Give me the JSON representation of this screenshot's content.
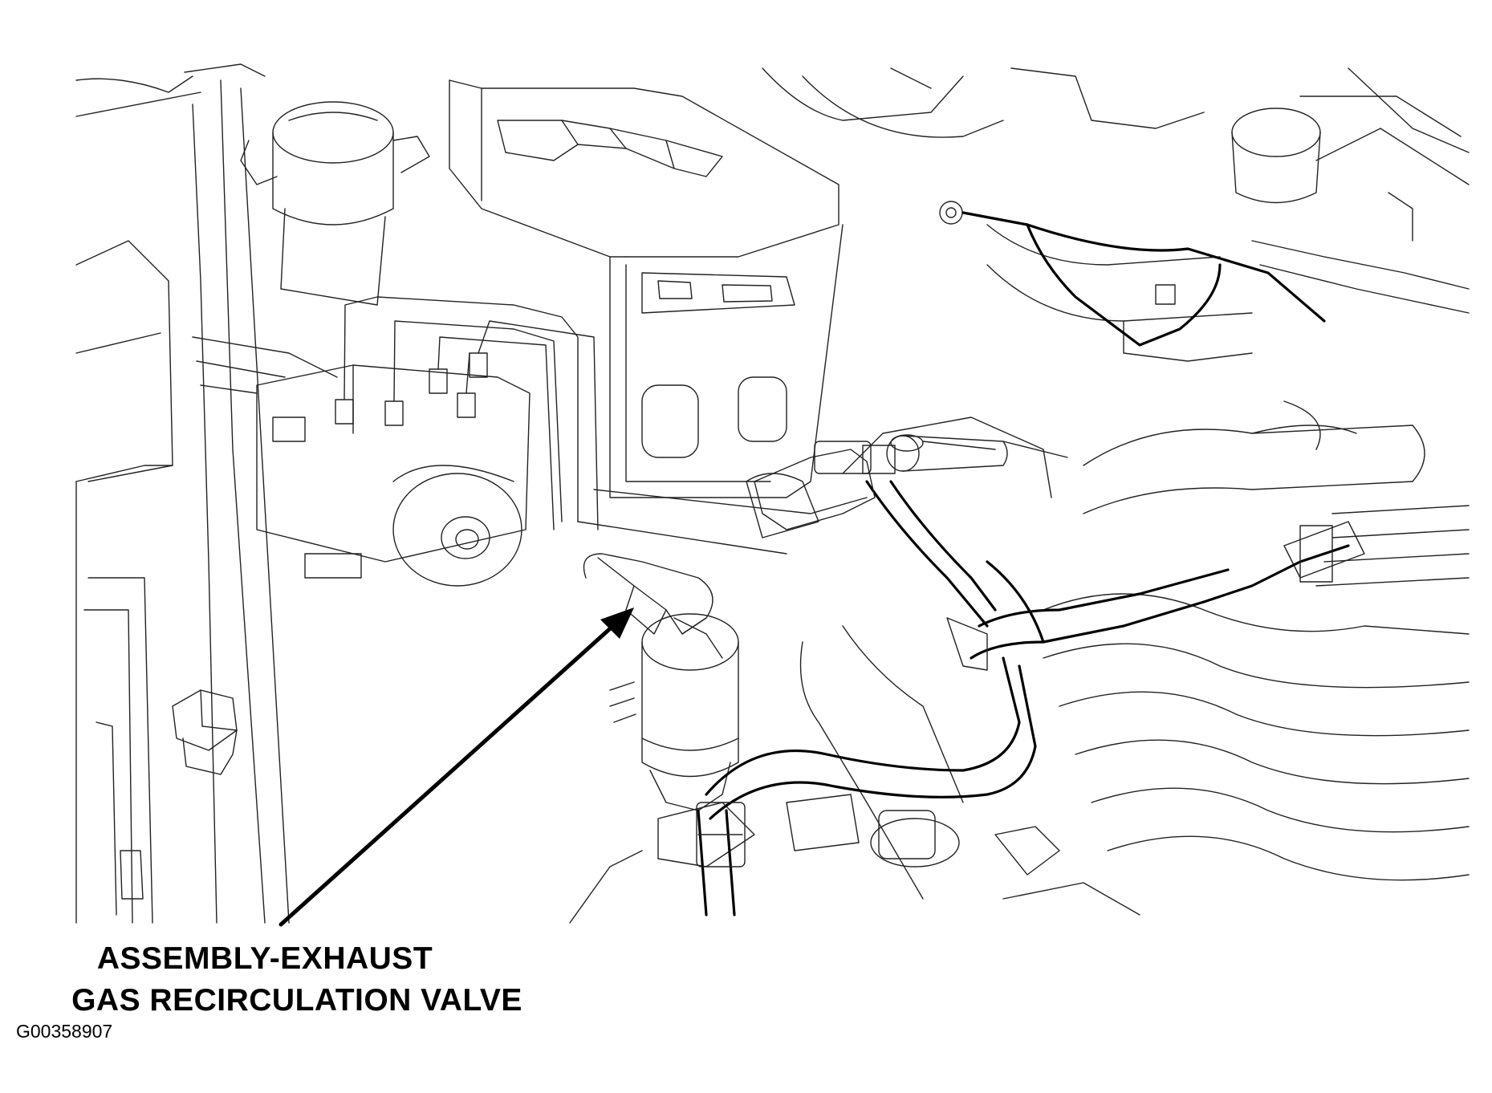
{
  "callout": {
    "line1": "ASSEMBLY-EXHAUST",
    "line2": "GAS RECIRCULATION VALVE"
  },
  "figure_id": "G00358907",
  "colors": {
    "line": "#222222",
    "background": "#ffffff",
    "text": "#000000"
  }
}
